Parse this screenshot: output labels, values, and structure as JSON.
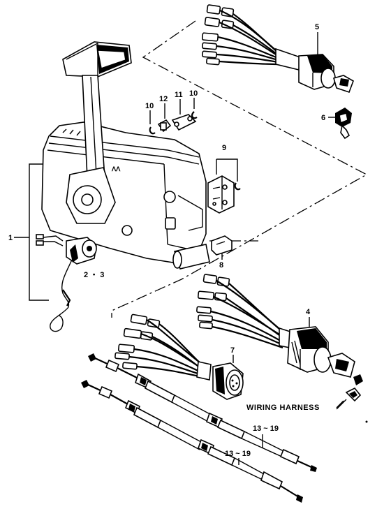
{
  "labels": {
    "p1": "1",
    "p2_3": "2 ・ 3",
    "p4": "4",
    "p5": "5",
    "p6": "6",
    "p7": "7",
    "p8": "8",
    "p9": "9",
    "p10a": "10",
    "p10b": "10",
    "p11": "11",
    "p12": "12",
    "p13a": "13 ~ 19",
    "p13b": "13 ~ 19",
    "wiring_harness": "WIRING HARNESS"
  }
}
